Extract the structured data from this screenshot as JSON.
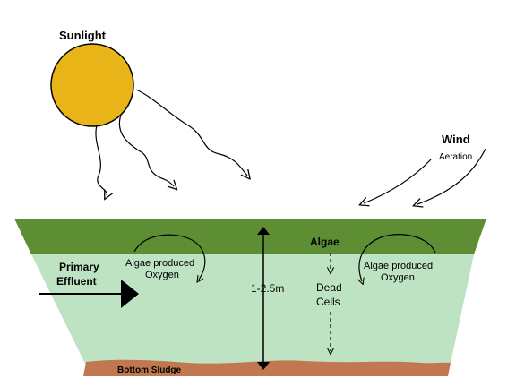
{
  "labels": {
    "sunlight": "Sunlight",
    "wind": "Wind",
    "aeration": "Aeration",
    "algae": "Algae",
    "algae_produced_left": "Algae produced",
    "oxygen_left": "Oxygen",
    "algae_produced_right": "Algae produced",
    "oxygen_right": "Oxygen",
    "primary": "Primary",
    "effluent": "Effluent",
    "depth": "1-2.5m",
    "dead": "Dead",
    "cells": "Cells",
    "bottom_sludge": "Bottom Sludge"
  },
  "colors": {
    "sun_fill": "#E8B417",
    "sun_stroke": "#000000",
    "algae_layer": "#5E8E33",
    "water": "#BEE3C2",
    "sludge": "#C17850"
  }
}
